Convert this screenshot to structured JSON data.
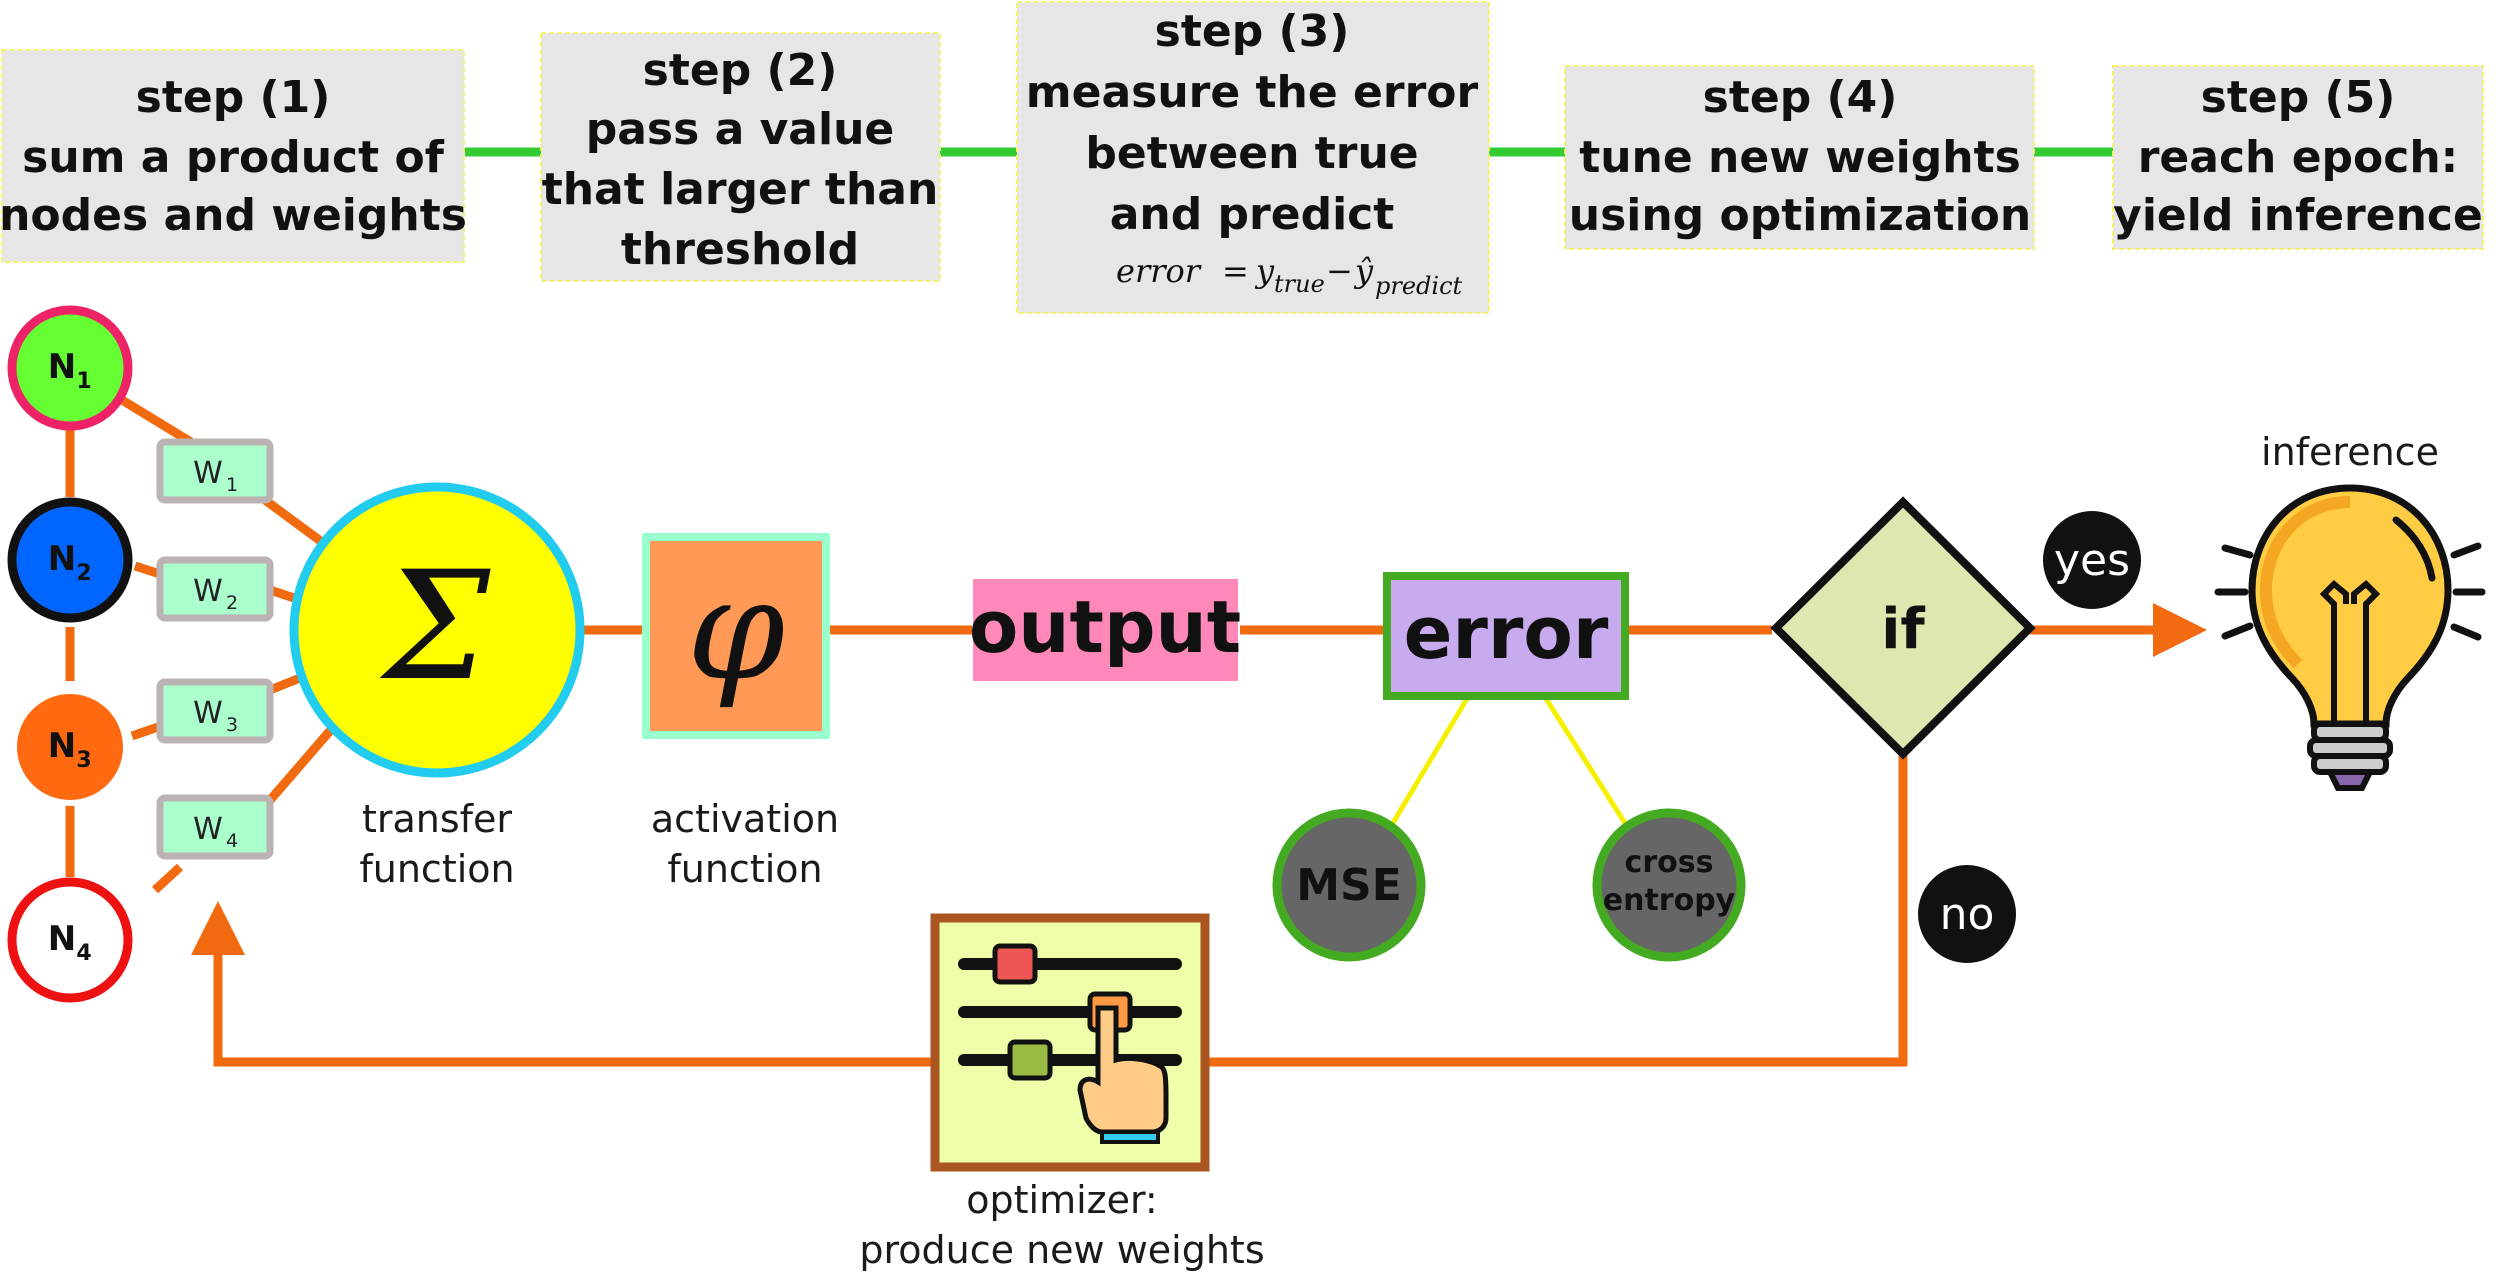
{
  "steps": [
    {
      "line1": "step (1)",
      "line2": "sum a product of",
      "line3": "nodes and weights"
    },
    {
      "line1": "step (2)",
      "line2": "pass a value",
      "line3": "that larger than",
      "line4": "threshold"
    },
    {
      "line1": "step (3)",
      "line2": "measure the error",
      "line3": "between true",
      "line4": "and predict"
    },
    {
      "line1": "step (4)",
      "line2": "tune new weights",
      "line3": "using optimization"
    },
    {
      "line1": "step (5)",
      "line2": "reach epoch:",
      "line3": "yield inference"
    }
  ],
  "error_formula": {
    "lhs": "error",
    "eq": "=",
    "y_true": "y",
    "true_sub": "true",
    "minus": "−",
    "y_pred": "ŷ",
    "pred_sub": "predict"
  },
  "nodes": [
    {
      "main": "N",
      "sub": "1"
    },
    {
      "main": "N",
      "sub": "2"
    },
    {
      "main": "N",
      "sub": "3"
    },
    {
      "main": "N",
      "sub": "4"
    }
  ],
  "weights": [
    {
      "main": "W",
      "sub": "1"
    },
    {
      "main": "W",
      "sub": "2"
    },
    {
      "main": "W",
      "sub": "3"
    },
    {
      "main": "W",
      "sub": "4"
    }
  ],
  "transfer": {
    "symbol": "Σ",
    "caption1": "transfer",
    "caption2": "function"
  },
  "activation": {
    "symbol": "φ",
    "caption1": "activation",
    "caption2": "function"
  },
  "output_label": "output",
  "error_label": "error",
  "loss_mse": "MSE",
  "loss_ce1": "cross",
  "loss_ce2": "entropy",
  "decision_label": "if",
  "yes_label": "yes",
  "no_label": "no",
  "inference_label": "inference",
  "optimizer": {
    "caption1": "optimizer:",
    "caption2": "produce new weights"
  },
  "icons": {
    "optimizer": "sliders-hand-icon",
    "inference": "lightbulb-icon"
  },
  "colors": {
    "edge": "#f26a10",
    "step_edge": "#33cc33",
    "step_box": "#e6e6e6",
    "n1_fill": "#66ff33",
    "n1_ring": "#ee2266",
    "n2_fill": "#0066ff",
    "n3_fill": "#ff6a10",
    "n4_ring": "#ee1111",
    "sigma_fill": "#ffff00",
    "sigma_ring": "#22ccee",
    "phi_fill": "#ff9955",
    "phi_ring": "#99ffcc",
    "output_fill": "#ff88bb",
    "error_fill": "#c8aaee",
    "error_ring": "#44aa22",
    "decision_fill": "#dde8b0",
    "loss_fill": "#666666",
    "loss_ring": "#44aa22",
    "optimizer_fill": "#eeffaa",
    "optimizer_ring": "#aa5522"
  }
}
